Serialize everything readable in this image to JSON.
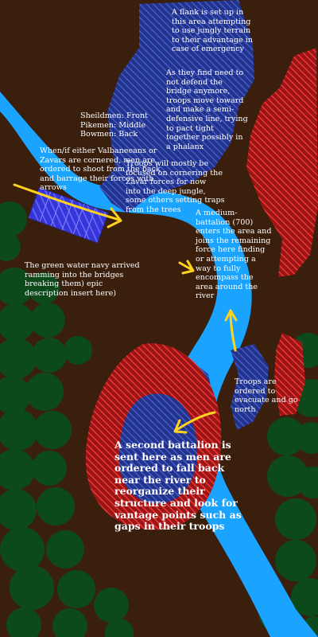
{
  "colors": {
    "ground": "#3a1f0d",
    "river": "#1aa3ff",
    "jungle": "#0c4a1c",
    "friendly_zone": "#2e3fa6",
    "enemy_zone": "#d42828",
    "bridge": "#3f3fe6",
    "arrow": "#ffd21f",
    "text": "#ffffff"
  },
  "annotations": {
    "flank": "A flank is set up in\nthis area attempting\nto use jungly terrain\nto their advantage in\ncase of emergency",
    "defend": "As they find need to\nnot defend the\nbridge anymore,\ntroops move toward\nand make a semi-\ndefensive line, trying\nto pact tight\ntogether possibly in\na phalanx",
    "formation": "Sheildmen: Front\nPikemen: Middle\nBowmen: Back",
    "cornered": "When/if either Valbaneeans or\nZavars are cornered, men are\nordered to shoot from the back\nand barrage their forces with\narrows",
    "cornering": "Troops will mostly be\nfocused on cornering the\nZavar forces for now\ninto the deep jungle,\nsome others setting traps\nfrom the trees",
    "medium_battalion": "A medium-\nbattalion (700)\nenters the area and\njoins the remaining\nforce here finding\nor attempting a\nway to fully\nencompass the\narea around the\nriver",
    "navy": "The green water navy arrived\nramming into the bridges\nbreaking them) epic\ndescription insert here)",
    "evacuate": "Troops are\nordered to\nevacuate and go\nnorth",
    "second_battalion": "A second battalion is\nsent here as men are\nordered to fall back\nnear the river to\nreorganize their\nstructure and look for\nvantage points such as\ngaps in their troops"
  }
}
